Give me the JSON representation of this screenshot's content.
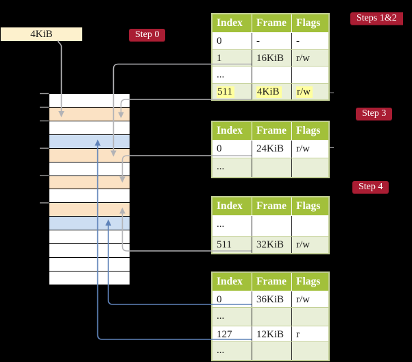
{
  "colors": {
    "bg": "#000000",
    "box_cream": "#fdf1cd",
    "badge_red": "#a91d33",
    "header_green": "#a2c03a",
    "row_green": "#e9efd8",
    "table_border": "#c3d096",
    "highlight_yellow": "#ffff9e",
    "mem_orange": "#fbe2c4",
    "mem_blue": "#cddef2",
    "line_gray": "#b3b3b6",
    "line_blue": "#5f83b9",
    "tick_gray": "#9a9a9a",
    "cell_text": "#1a1a1a"
  },
  "root_pointer": {
    "label": "4KiB"
  },
  "badges": {
    "step0": "Step 0",
    "steps12": "Steps 1&2",
    "step3": "Step 3",
    "step4": "Step 4"
  },
  "memory": {
    "rows": [
      {
        "color": "white"
      },
      {
        "color": "orange"
      },
      {
        "color": "white"
      },
      {
        "color": "blue"
      },
      {
        "color": "orange"
      },
      {
        "color": "white"
      },
      {
        "color": "orange"
      },
      {
        "color": "white"
      },
      {
        "color": "orange"
      },
      {
        "color": "blue"
      },
      {
        "color": "white"
      },
      {
        "color": "white"
      },
      {
        "color": "white"
      },
      {
        "color": "white"
      }
    ]
  },
  "tables": {
    "t1": {
      "headers": [
        "Index",
        "Frame",
        "Flags"
      ],
      "rows": [
        [
          "0",
          "-",
          "-"
        ],
        [
          "1",
          "16KiB",
          "r/w"
        ],
        [
          "...",
          "",
          ""
        ],
        [
          "511",
          "4KiB",
          "r/w"
        ]
      ]
    },
    "t2": {
      "headers": [
        "Index",
        "Frame",
        "Flags"
      ],
      "rows": [
        [
          "0",
          "24KiB",
          "r/w"
        ],
        [
          "...",
          "",
          ""
        ]
      ]
    },
    "t3": {
      "headers": [
        "Index",
        "Frame",
        "Flags"
      ],
      "rows": [
        [
          "...",
          "",
          ""
        ],
        [
          "511",
          "32KiB",
          "r/w"
        ]
      ]
    },
    "t4": {
      "headers": [
        "Index",
        "Frame",
        "Flags"
      ],
      "rows": [
        [
          "0",
          "36KiB",
          "r/w"
        ],
        [
          "...",
          "",
          ""
        ],
        [
          "127",
          "12KiB",
          "r"
        ],
        [
          "...",
          "",
          ""
        ]
      ]
    }
  }
}
